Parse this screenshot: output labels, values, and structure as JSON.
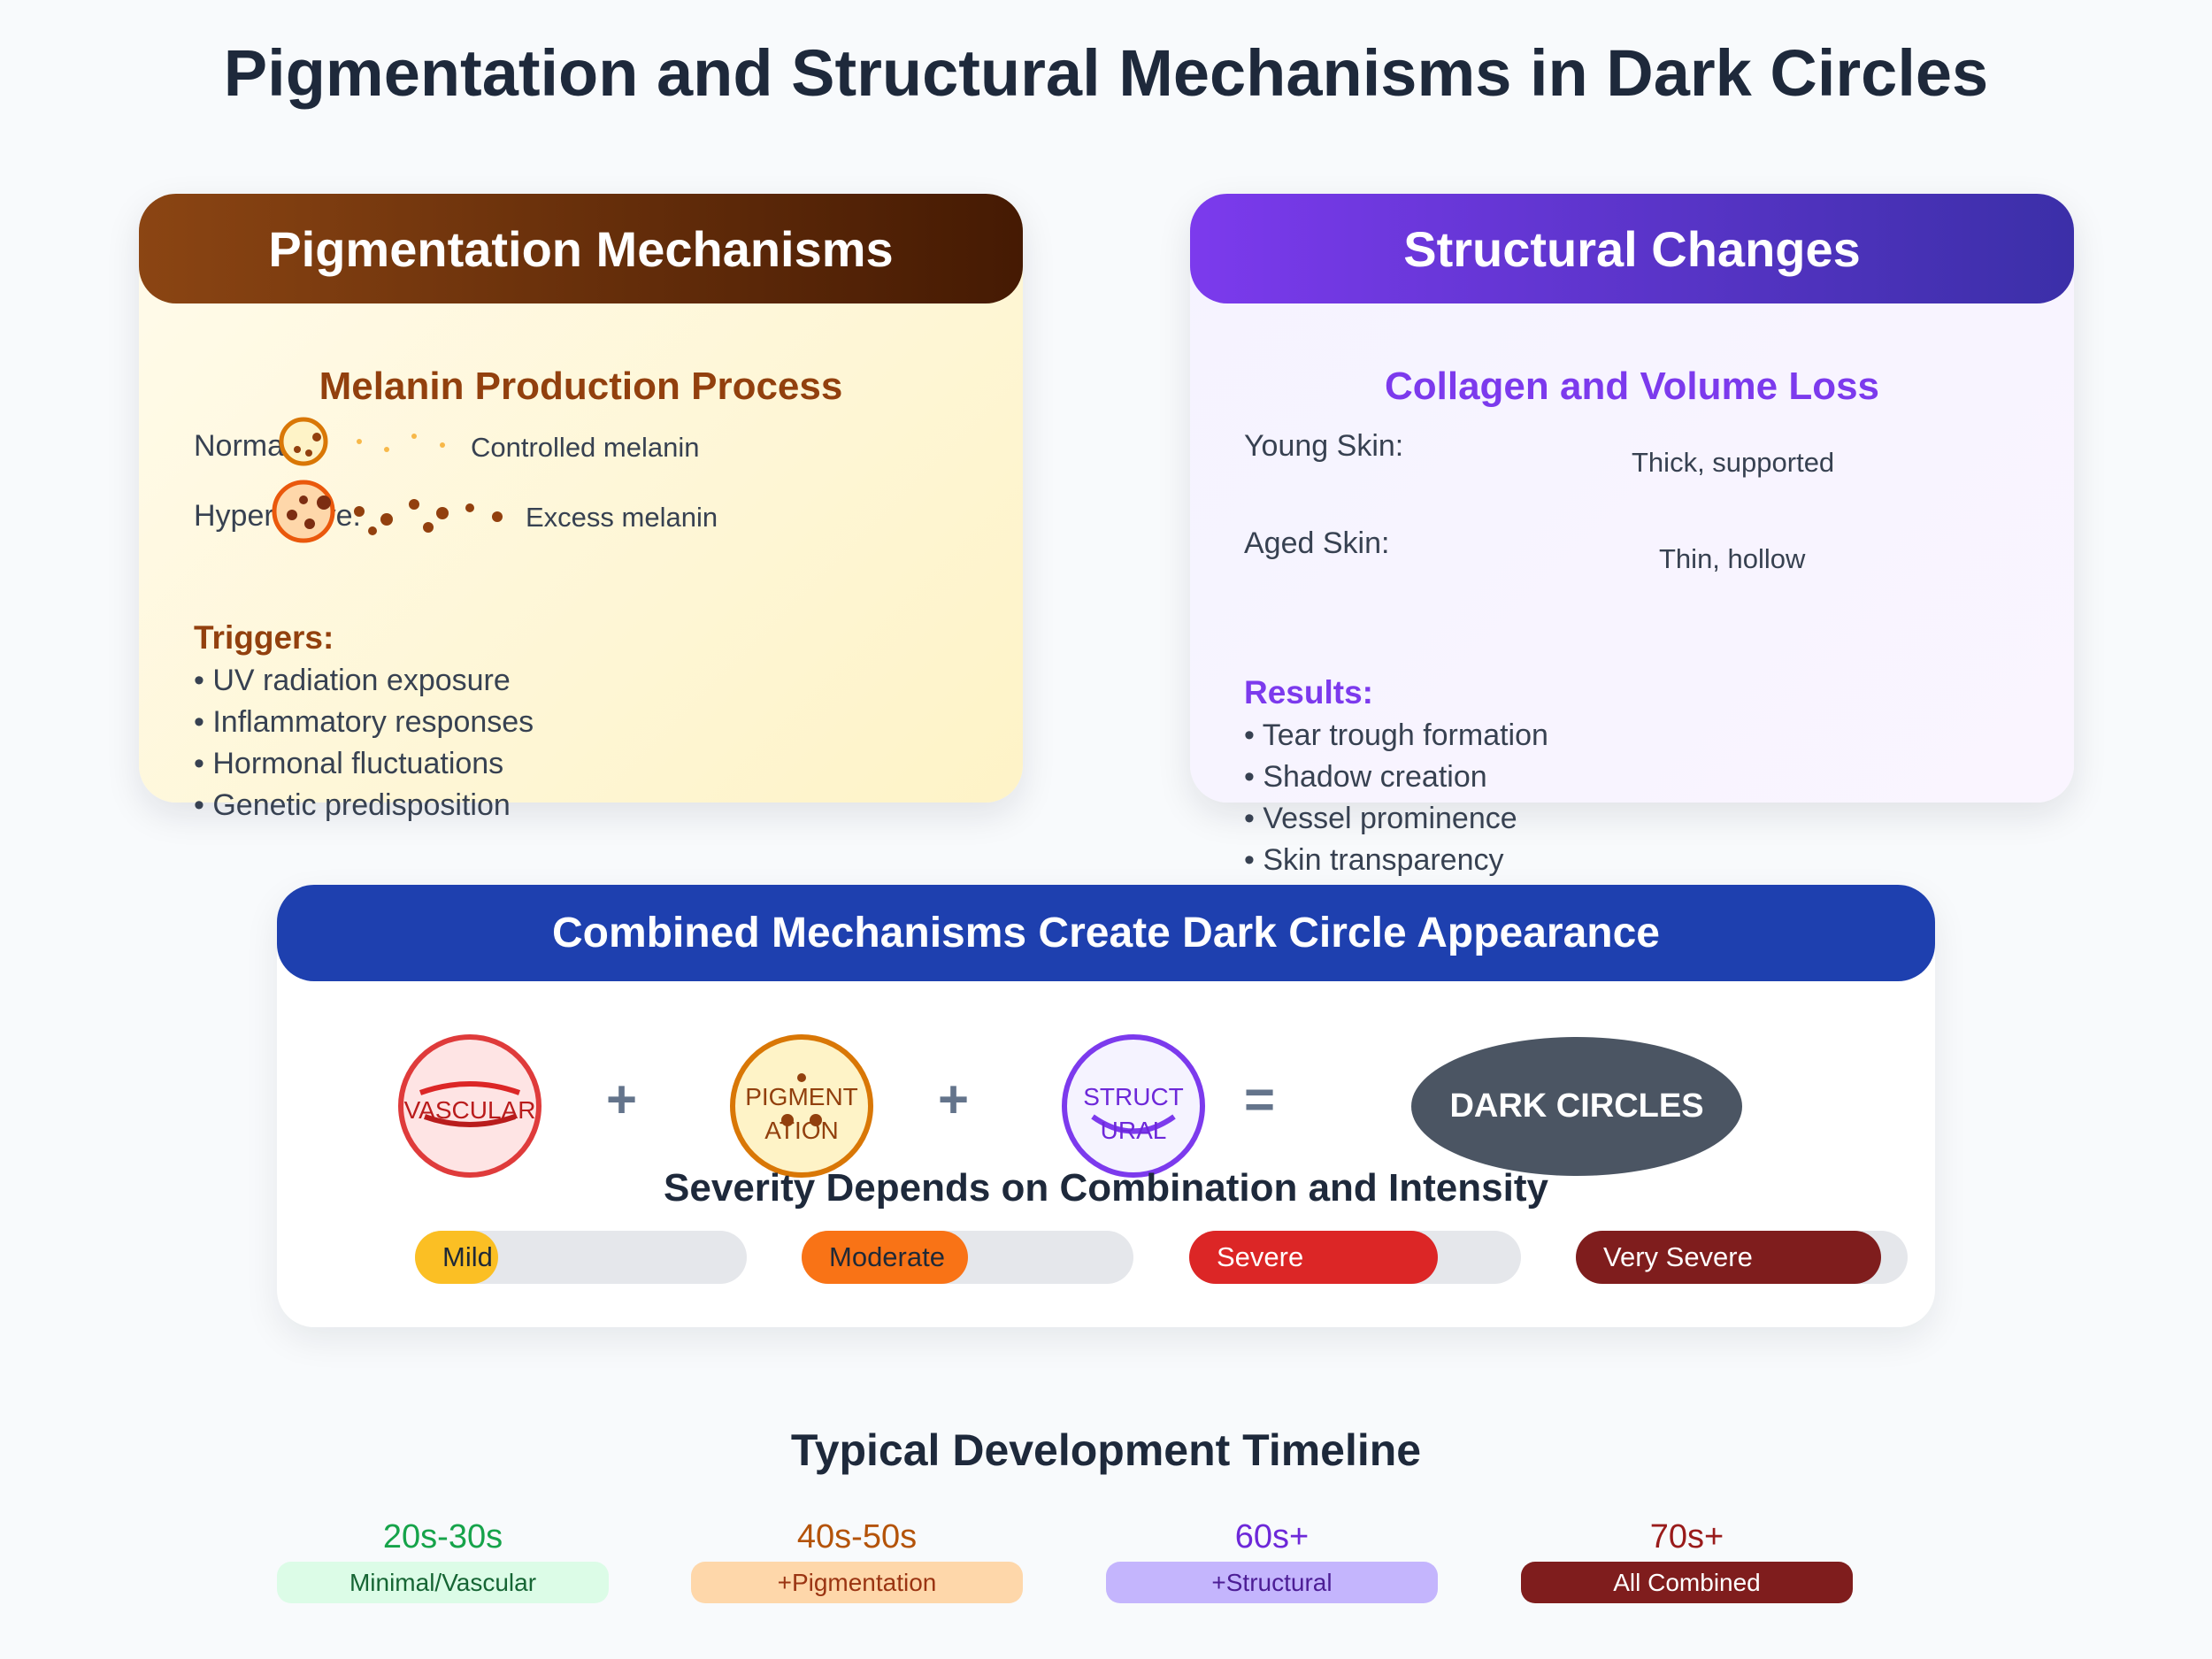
{
  "title": "Pigmentation and Structural Mechanisms in Dark Circles",
  "pigmentation": {
    "header": "Pigmentation Mechanisms",
    "subtitle": "Melanin Production Process",
    "normal_label": "Normal:",
    "normal_note": "Controlled melanin",
    "hyper_label": "Hyperactive:",
    "hyper_note": "Excess melanin",
    "triggers_title": "Triggers:",
    "triggers": [
      "UV radiation exposure",
      "Inflammatory responses",
      "Hormonal fluctuations",
      "Genetic predisposition"
    ],
    "colors": {
      "header_start": "#8b4513",
      "header_end": "#451a03",
      "accent": "#92400e"
    }
  },
  "structural": {
    "header": "Structural Changes",
    "subtitle": "Collagen and Volume Loss",
    "young_label": "Young Skin:",
    "young_note": "Thick, supported",
    "aged_label": "Aged Skin:",
    "aged_note": "Thin, hollow",
    "results_title": "Results:",
    "results": [
      "Tear trough formation",
      "Shadow creation",
      "Vessel prominence",
      "Skin transparency"
    ],
    "colors": {
      "header_start": "#7c3aed",
      "header_end": "#3b2fa8",
      "accent": "#7c3aed"
    }
  },
  "combined": {
    "header": "Combined Mechanisms Create Dark Circle Appearance",
    "vascular_label": "VASCULAR",
    "pigment_label_1": "PIGMENT",
    "pigment_label_2": "ATION",
    "struct_label_1": "STRUCT",
    "struct_label_2": "URAL",
    "plus": "+",
    "equals": "=",
    "result": "DARK CIRCLES",
    "severity_title": "Severity Depends on Combination and Intensity",
    "severity": [
      {
        "label": "Mild",
        "level": 0.25,
        "color": "#fbbf24",
        "text_color": "#1f2937"
      },
      {
        "label": "Moderate",
        "level": 0.5,
        "color": "#f97316",
        "text_color": "#1f2937"
      },
      {
        "label": "Severe",
        "level": 0.75,
        "color": "#dc2626",
        "text_color": "#ffffff"
      },
      {
        "label": "Very Severe",
        "level": 0.92,
        "color": "#7f1d1d",
        "text_color": "#ffffff"
      }
    ],
    "colors": {
      "header": "#1e40af",
      "result": "#4b5563"
    }
  },
  "timeline": {
    "title": "Typical Development Timeline",
    "stages": [
      {
        "age": "20s-30s",
        "label": "Minimal/Vascular",
        "age_color": "#16a34a",
        "bg": "#dcfce7",
        "fg": "#166534"
      },
      {
        "age": "40s-50s",
        "label": "+Pigmentation",
        "age_color": "#b45309",
        "bg": "#fed7aa",
        "fg": "#9a3412"
      },
      {
        "age": "60s+",
        "label": "+Structural",
        "age_color": "#6d28d9",
        "bg": "#c4b5fd",
        "fg": "#4c1d95"
      },
      {
        "age": "70s+",
        "label": "All Combined",
        "age_color": "#991b1b",
        "bg": "#7f1d1d",
        "fg": "#ffffff"
      }
    ]
  }
}
